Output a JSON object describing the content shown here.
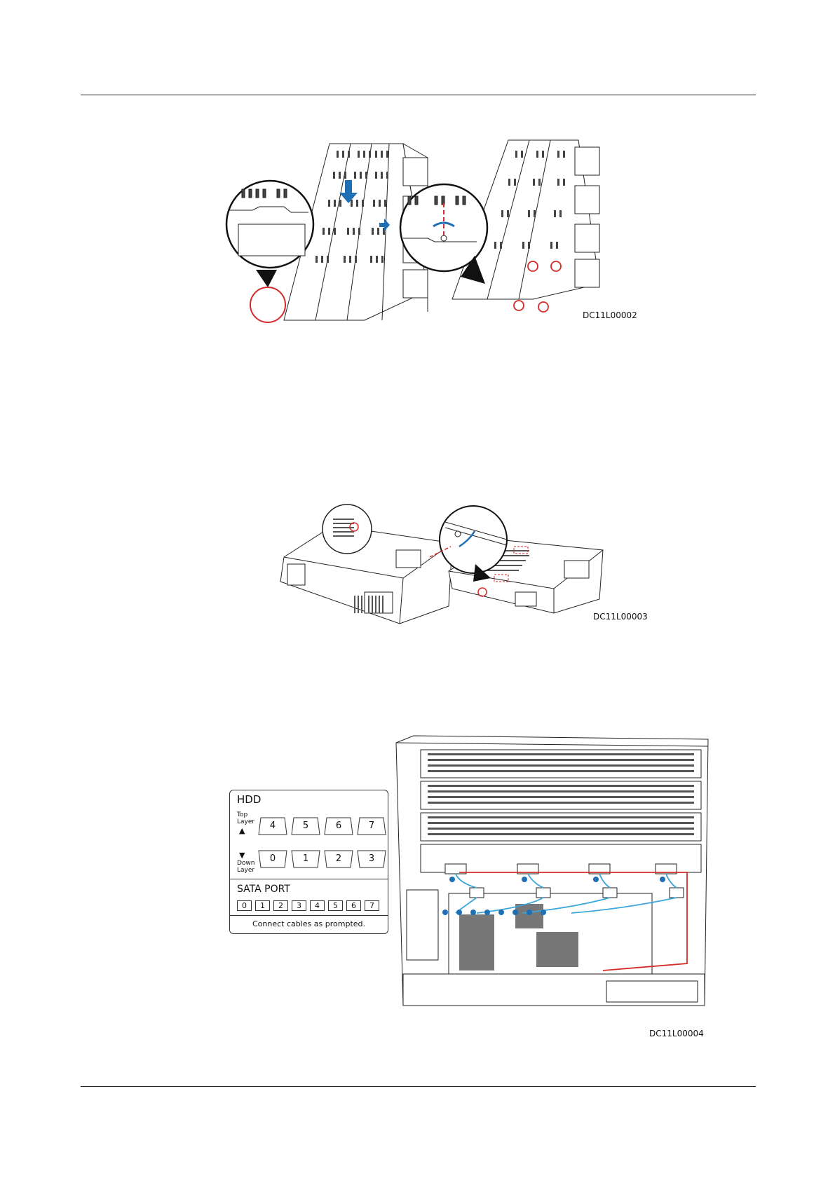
{
  "figures": [
    {
      "code": "DC11L00002"
    },
    {
      "code": "DC11L00003"
    },
    {
      "code": "DC11L00004"
    }
  ],
  "hdd_label": {
    "title": "HDD",
    "top_layer": "Top Layer",
    "down_layer": "Down Layer",
    "top_slots": [
      "4",
      "5",
      "6",
      "7"
    ],
    "down_slots": [
      "0",
      "1",
      "2",
      "3"
    ],
    "sata_title": "SATA PORT",
    "sata_ports": [
      "0",
      "1",
      "2",
      "3",
      "4",
      "5",
      "6",
      "7"
    ],
    "note": "Connect cables as prompted."
  },
  "colors": {
    "callout_red": "#d42a2a",
    "arrow_blue": "#1f6fb5",
    "cable_blue": "#3aa6d9",
    "cable_red": "#d42a2a"
  }
}
